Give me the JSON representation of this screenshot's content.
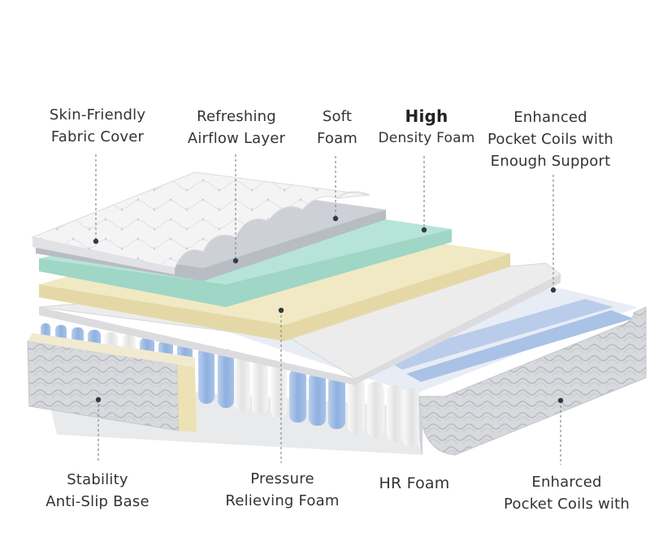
{
  "labels": {
    "fabric_cover": {
      "line1": "Skin-Friendly",
      "line2": "Fabric Cover"
    },
    "airflow_layer": {
      "line1": "Refreshing",
      "line2": "Airflow Layer"
    },
    "soft_foam": {
      "line1": "Soft",
      "line2": "Foam"
    },
    "high_density": {
      "line1": "High",
      "line2": "Density Foam"
    },
    "enhanced_coils_top": {
      "line1": "Enhanced",
      "line2": "Pocket Coils with",
      "line3": "Enough Support"
    },
    "stability_base": {
      "line1": "Stability",
      "line2": "Anti-Slip Base"
    },
    "pressure_foam": {
      "line1": "Pressure",
      "line2": "Relieving Foam"
    },
    "hr_foam": {
      "line1": "HR Foam"
    },
    "enhanced_coils_bottom": {
      "line1": "Enharced",
      "line2": "Pocket Coils with"
    }
  },
  "colors": {
    "cover": "#f4f4f5",
    "airflow": "#c9cbd1",
    "mint_foam": "#a8ddd0",
    "yellow_foam": "#efe6bd",
    "white_foam": "#eeeeef",
    "blue_coil": "#9fbde6",
    "white_coil": "#f0f0f0",
    "side_fabric": "#d4d6da",
    "label_text": "#333333",
    "leader_line": "#8a8a8a"
  }
}
